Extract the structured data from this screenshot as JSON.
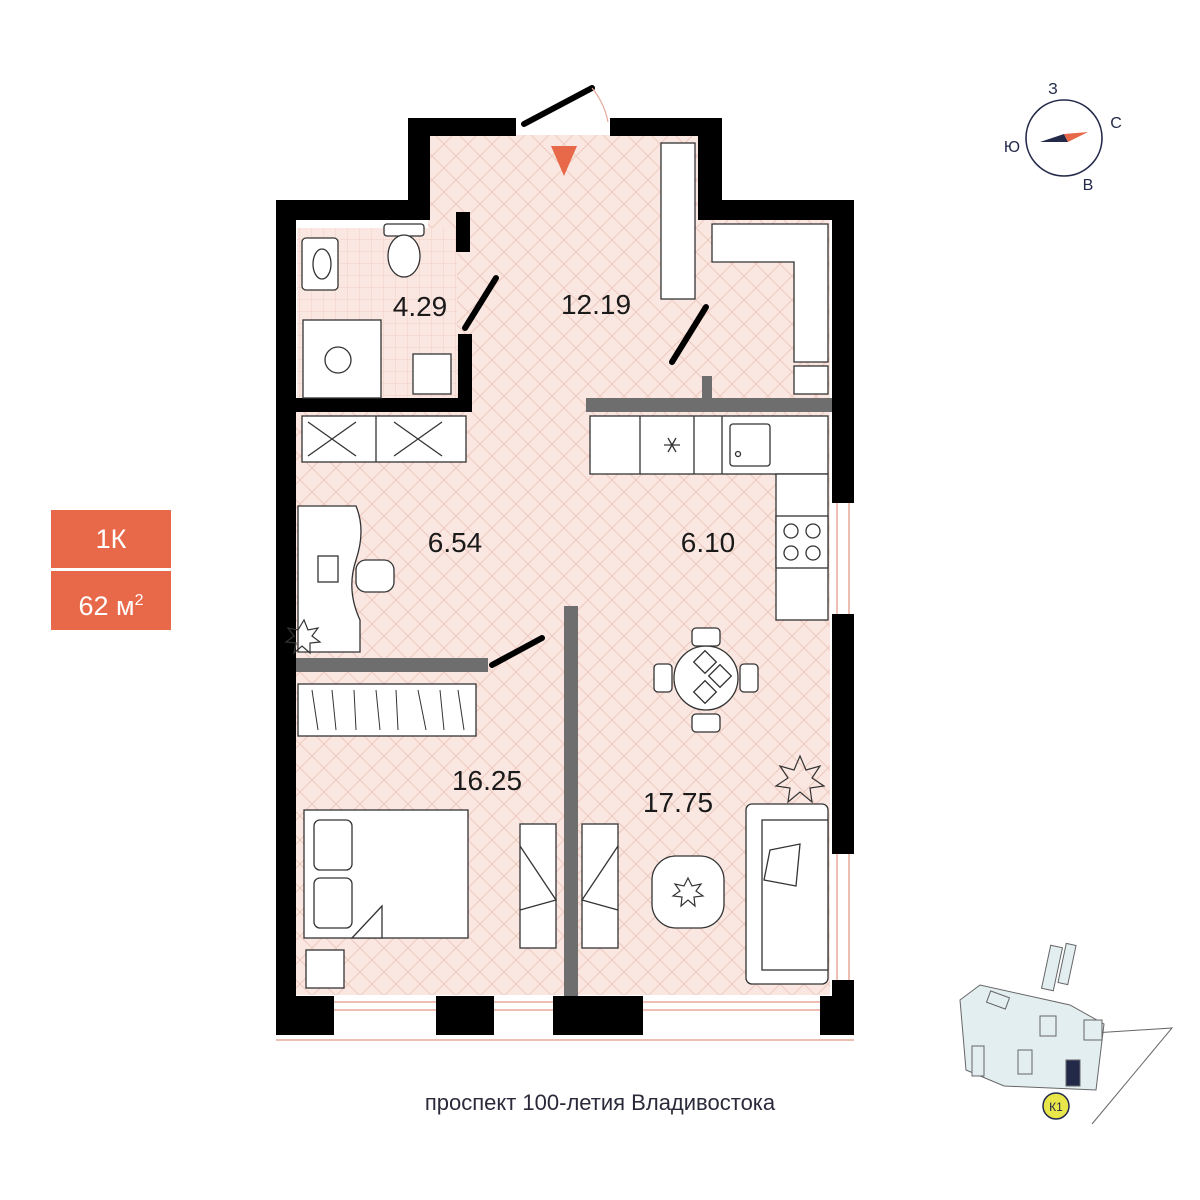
{
  "badge": {
    "type": "1К",
    "area_value": "62 м",
    "area_sup": "2"
  },
  "rooms": {
    "bathroom": "4.29",
    "hall": "12.19",
    "study": "6.54",
    "kitchen": "6.10",
    "bedroom": "16.25",
    "living": "17.75"
  },
  "compass": {
    "north": "С",
    "south": "Ю",
    "east": "В",
    "west": "З"
  },
  "street": "проспект 100-летия Владивостока",
  "minimap": {
    "building_label": "К1"
  },
  "colors": {
    "accent": "#e8694a",
    "floor": "#fbe7e1",
    "wall": "#000000",
    "partition": "#6e6e6e",
    "compass_needle": "#232949",
    "minimap_fill": "#e3eef0",
    "minimap_badge": "#e9e64a"
  }
}
